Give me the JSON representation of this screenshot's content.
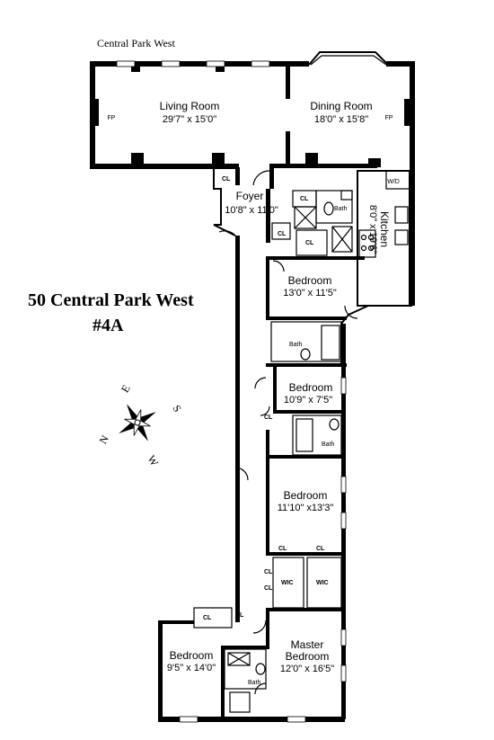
{
  "street_label": "Central Park West",
  "address": {
    "line1": "50 Central Park West",
    "line2": "#4A"
  },
  "compass": {
    "north": "N",
    "east": "E",
    "south": "S",
    "west": "W"
  },
  "rooms": {
    "living": {
      "name": "Living Room",
      "dims": "29'7\" x 15'0\"",
      "fp": "FP"
    },
    "dining": {
      "name": "Dining Room",
      "dims": "18'0\" x 15'8\"",
      "fp": "FP"
    },
    "foyer": {
      "name": "Foyer",
      "dims": "10'8\" x 11'0\""
    },
    "kitchen": {
      "name": "Kitchen",
      "dims": "8'0\" x 19'6\"",
      "wd": "W/D"
    },
    "bedroom1": {
      "name": "Bedroom",
      "dims": "13'0\" x 11'5\""
    },
    "bedroom2": {
      "name": "Bedroom",
      "dims": "10'9\" x 7'5\""
    },
    "bedroom3": {
      "name": "Bedroom",
      "dims": "11'10\" x13'3\""
    },
    "master": {
      "name1": "Master",
      "name2": "Bedroom",
      "dims": "12'0\" x 16'5\""
    },
    "bedroom4": {
      "name": "Bedroom",
      "dims": "9'5\" x 14'0\""
    }
  },
  "closet_label": "CL",
  "bath_label": "Bath",
  "wic_label": "WIC"
}
